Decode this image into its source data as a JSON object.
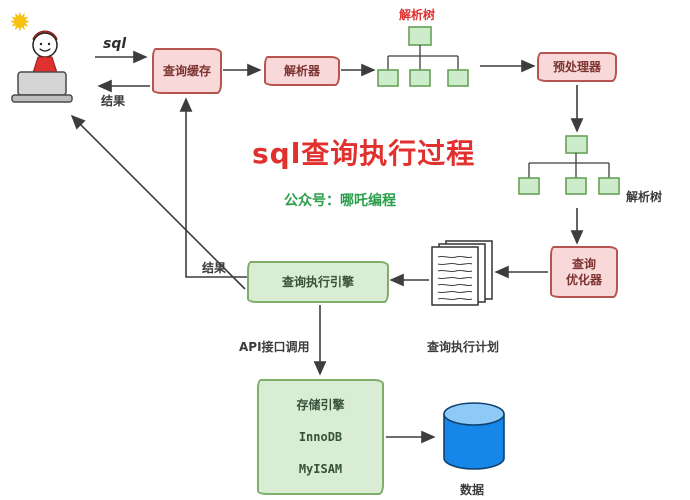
{
  "title": "sql查询执行过程",
  "subtitle": "公众号：哪吒编程",
  "nodes": {
    "query_cache": "查询缓存",
    "parser": "解析器",
    "preprocessor": "预处理器",
    "optimizer": [
      "查询",
      "优化器"
    ],
    "execution_engine": "查询执行引擎",
    "storage_engine": {
      "title": "存储引擎",
      "engines": [
        "InnoDB",
        "MyISAM"
      ]
    }
  },
  "labels": {
    "sql": "sql",
    "result_user": "结果",
    "result_cache": "结果",
    "parse_tree_top": "解析树",
    "parse_tree_right": "解析树",
    "api_call": "API接口调用",
    "execution_plan": "查询执行计划",
    "data": "数据"
  },
  "icons": {
    "user": "person-at-laptop",
    "sun": "✹",
    "execution_plan": "document-stack",
    "database": "blue-cylinder"
  },
  "colors": {
    "pink_fill": "#f8d8d8",
    "pink_border": "#b6544f",
    "green_fill": "#d9ecd4",
    "green_border": "#7fae6a",
    "tree_node_fill": "#cdeccc",
    "title_red": "#e0312f",
    "subtitle_green": "#2b9e4a",
    "arrow_gray": "#3d3d3d",
    "database_blue": "#1687e8"
  }
}
